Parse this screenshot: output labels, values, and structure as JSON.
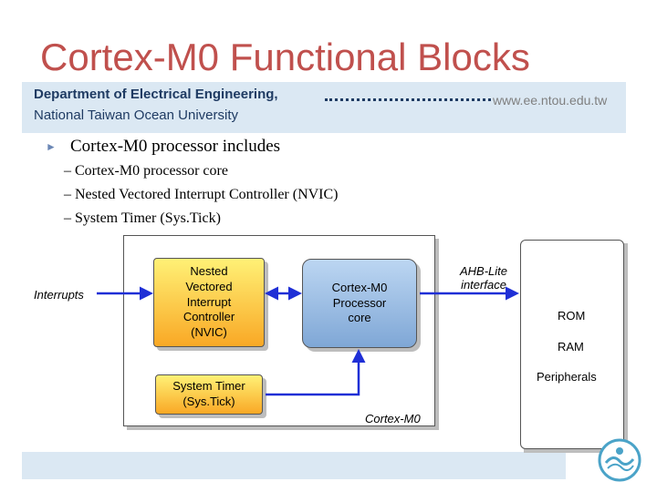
{
  "slide": {
    "title": "Cortex-M0 Functional Blocks",
    "department": "Department of Electrical Engineering,",
    "university": "National Taiwan Ocean University",
    "url": "www.ee.ntou.edu.tw"
  },
  "bullets": {
    "main": "Cortex-M0 processor includes",
    "sub": [
      "–  Cortex-M0 processor core",
      "–  Nested Vectored Interrupt Controller (NVIC)",
      "–  System Timer (Sys.Tick)"
    ]
  },
  "diagram": {
    "interrupts_label": "Interrupts",
    "nvic_lines": [
      "Nested",
      "Vectored",
      "Interrupt",
      "Controller",
      "(NVIC)"
    ],
    "core_lines": [
      "Cortex-M0",
      "Processor",
      "core"
    ],
    "systick_lines": [
      "System Timer",
      "(Sys.Tick)"
    ],
    "ahb_lines": [
      "AHB-Lite",
      "interface"
    ],
    "cortex_label": "Cortex-M0",
    "memory_items": [
      "ROM",
      "RAM",
      "Peripherals"
    ]
  },
  "colors": {
    "title": "#c0504d",
    "header_band": "#dbe8f3",
    "arrow": "#1f2fd6"
  },
  "icons": [
    "bullet-triangle-icon",
    "ntou-logo-icon"
  ]
}
